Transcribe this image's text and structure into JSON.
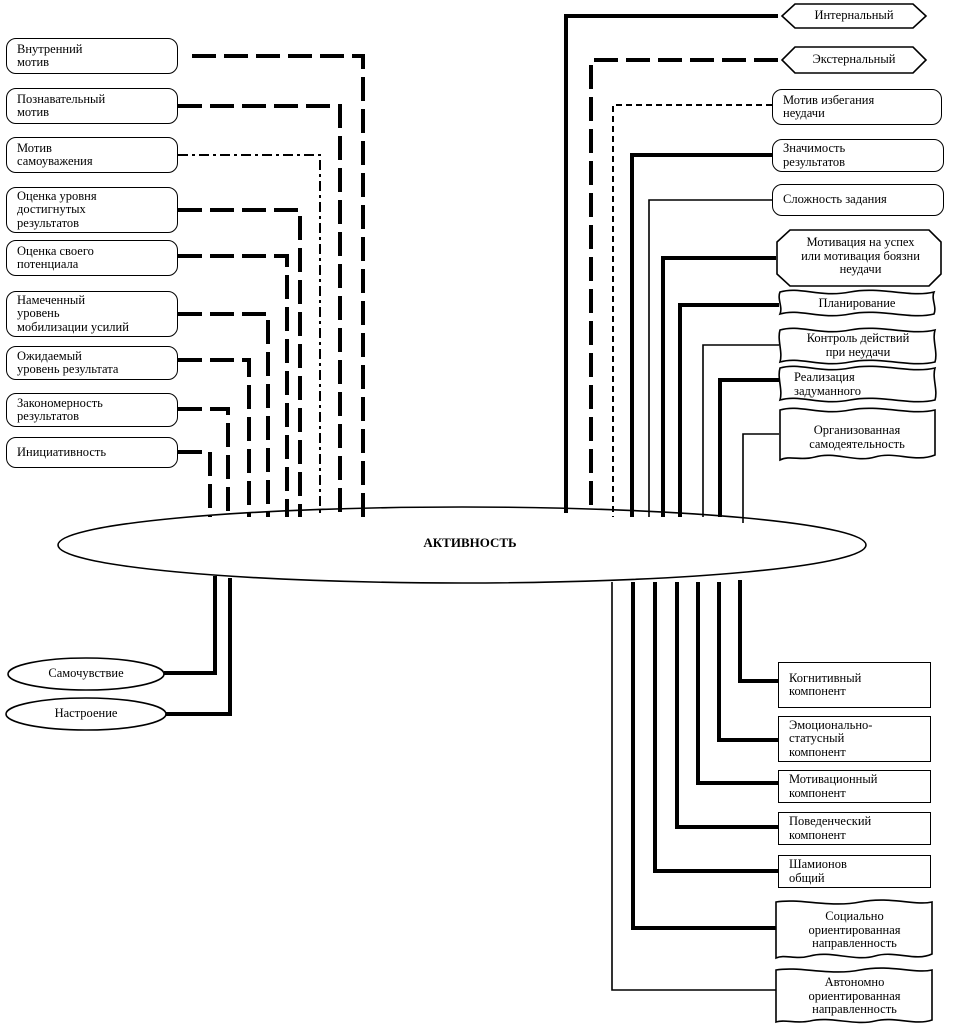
{
  "center": "АКТИВНОСТЬ",
  "left_factors": [
    "Внутренний\nмотив",
    "Познавательный\nмотив",
    "Мотив\nсамоуважения",
    "Оценка уровня\nдостигнутых\nрезультатов",
    "Оценка своего\nпотенциала",
    "Намеченный\nуровень\nмобилизации усилий",
    "Ожидаемый\nуровень результата",
    "Закономерность\nрезультатов",
    "Инициативность"
  ],
  "right_factors": [
    "Интернальный",
    "Экстернальный",
    "Мотив избегания\nнеудачи",
    "Значимость\nрезультатов",
    "Сложность задания",
    "Мотивация на успех\nили мотивация боязни\nнеудачи",
    "Планирование",
    "Контроль действий\nпри неудачи",
    "Реализация\nзадуманного",
    "Организованная\nсамодеятельность"
  ],
  "states": [
    "Самочувствие",
    "Настроение"
  ],
  "components": [
    "Когнитивный\nкомпонент",
    "Эмоционально-\nстатусный\nкомпонент",
    "Мотивационный\nкомпонент",
    "Поведенческий\nкомпонент",
    "Шамионов\nобщий",
    "Социально\nориентированная\nнаправленность",
    "Автономно\nориентированная\nнаправленность"
  ]
}
